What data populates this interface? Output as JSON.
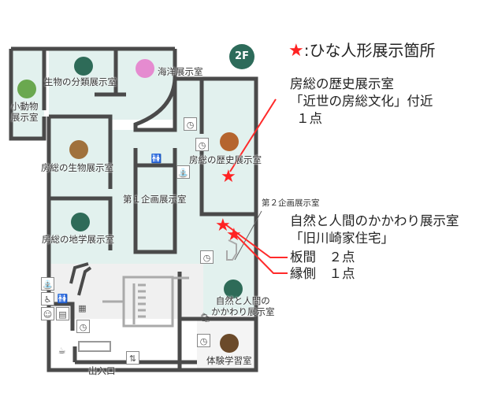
{
  "floor_badge": "2F",
  "legend": {
    "star": "★",
    "text": ":ひな人形展示箇所"
  },
  "notes": {
    "history": [
      "房総の歴史展示室",
      "「近世の房総文化」付近",
      "１点"
    ],
    "nature": [
      "自然と人間のかかわり展示室",
      "「旧川崎家住宅」",
      "板間　２点",
      "縁側　１点"
    ]
  },
  "rooms": {
    "small_animals": [
      "小動物",
      "展示室"
    ],
    "classification": "生物の分類展示室",
    "ocean": "海洋展示室",
    "history": "房総の歴史展示室",
    "boso_life": "房総の生物展示室",
    "exhibit1": "第１企画展示室",
    "exhibit2": "第２企画展示室",
    "geology": "房総の地学展示室",
    "nature_human": [
      "自然と人間の",
      "かかわり展示室"
    ],
    "hands_on": "体験学習室",
    "entrance": "出入口"
  },
  "colors": {
    "room": "#e2f1ee",
    "wall": "#4a4a4a",
    "lobby": "#efefef",
    "star": "#ff2222",
    "badge": "#2d6b5a"
  }
}
